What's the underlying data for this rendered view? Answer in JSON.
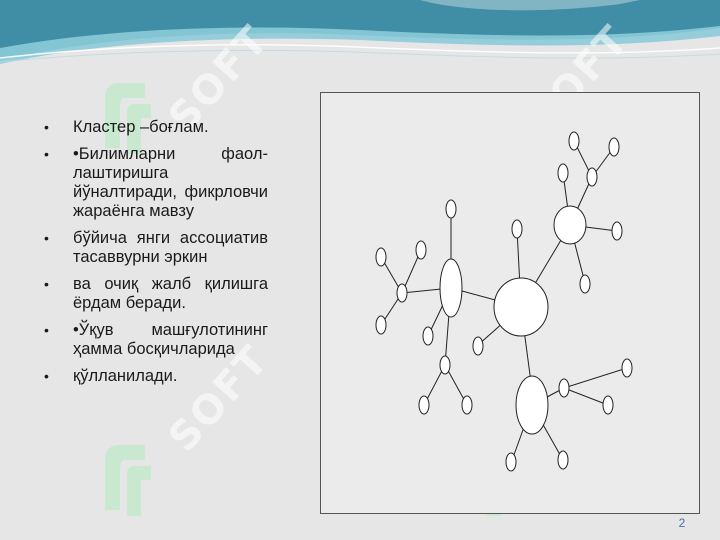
{
  "slide": {
    "bullets": [
      "Кластер –боғлам.",
      "•Билимларни фаол-лаштиришга йўналтиради, фикрловчи жараёнга мавзу",
      "бўйича янги ассоциатив тасаввурни эркин",
      "ва очиқ жалб қилишга ёрдам беради.",
      "•Ўқув машғулотининг ҳамма босқичларида",
      "қўлланилади."
    ],
    "page_number": "2",
    "watermark_text": "SOFT",
    "colors": {
      "wave_dark": "#3f8ea5",
      "wave_light": "#8ccbd8",
      "watermark_green": "#c8e8cf",
      "page_number": "#4a6fa8"
    }
  }
}
